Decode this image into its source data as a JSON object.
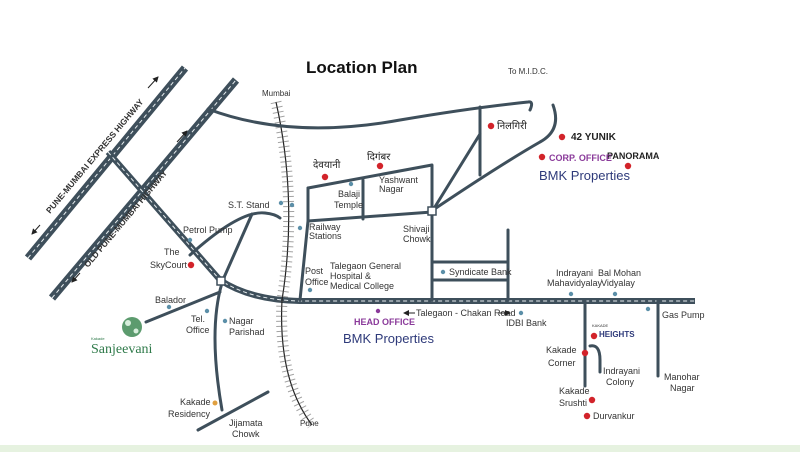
{
  "title": "Location Plan",
  "colors": {
    "road": "#3e4f5b",
    "property_dot": "#d2232a",
    "landmark_dot": "#5b8fa8",
    "accent_purple": "#8a3a9a",
    "brand_blue": "#2e3a7a",
    "footer_green": "#e6f2e0"
  },
  "highways": {
    "express": "PUNE-MUMBAI EXPRESS HIGHWAY",
    "old": "OLD PUNE-MUMBAI HIGHWAY"
  },
  "directions": {
    "mumbai": "Mumbai",
    "pune": "Pune",
    "midc": "To M.I.D.C.",
    "road": "Talegaon - Chakan Road"
  },
  "properties": {
    "nilgiri": "निलगिरी",
    "devyani": "देवयानी",
    "digambar": "दिगंबर",
    "yunik": "42 YUNIK",
    "panorama": "PANORAMA",
    "corp_office": "CORP. OFFICE",
    "head_office": "HEAD OFFICE",
    "bmk1": "BMK Properties",
    "bmk2": "BMK Properties",
    "skycourt_1": "The",
    "skycourt_2": "SkyCourt",
    "heights_small": "KAKADE",
    "heights": "HEIGHTS",
    "kakade_corner_1": "Kakade",
    "kakade_corner_2": "Corner",
    "kakade_srushti_1": "Kakade",
    "kakade_srushti_2": "Srushti",
    "durvankur": "Durvankur",
    "kakade_residency_1": "Kakade",
    "kakade_residency_2": "Residency",
    "sanjeevani_small": "Kakade",
    "sanjeevani": "Sanjeevani"
  },
  "landmarks": {
    "st_stand": "S.T. Stand",
    "petrol_pump": "Petrol Pump",
    "railway_1": "Railway",
    "railway_2": "Stations",
    "balaji_1": "Balaji",
    "balaji_2": "Temple",
    "yashwant_1": "Yashwant",
    "yashwant_2": "Nagar",
    "shivaji_1": "Shivaji",
    "shivaji_2": "Chowk",
    "post_1": "Post",
    "post_2": "Office",
    "hospital_1": "Talegaon General",
    "hospital_2": "Hospital &",
    "hospital_3": "Medical College",
    "syndicate": "Syndicate Bank",
    "indrayani_m_1": "Indrayani",
    "indrayani_m_2": "Mahavidyalay",
    "balmohan_1": "Bal Mohan",
    "balmohan_2": "Vidyalay",
    "gas_pump": "Gas Pump",
    "idbi": "IDBI Bank",
    "balador": "Balador",
    "tel_1": "Tel.",
    "tel_2": "Office",
    "nagar_1": "Nagar",
    "nagar_2": "Parishad",
    "indrayani_c_1": "Indrayani",
    "indrayani_c_2": "Colony",
    "manohar_1": "Manohar",
    "manohar_2": "Nagar",
    "jijamata_1": "Jijamata",
    "jijamata_2": "Chowk"
  }
}
